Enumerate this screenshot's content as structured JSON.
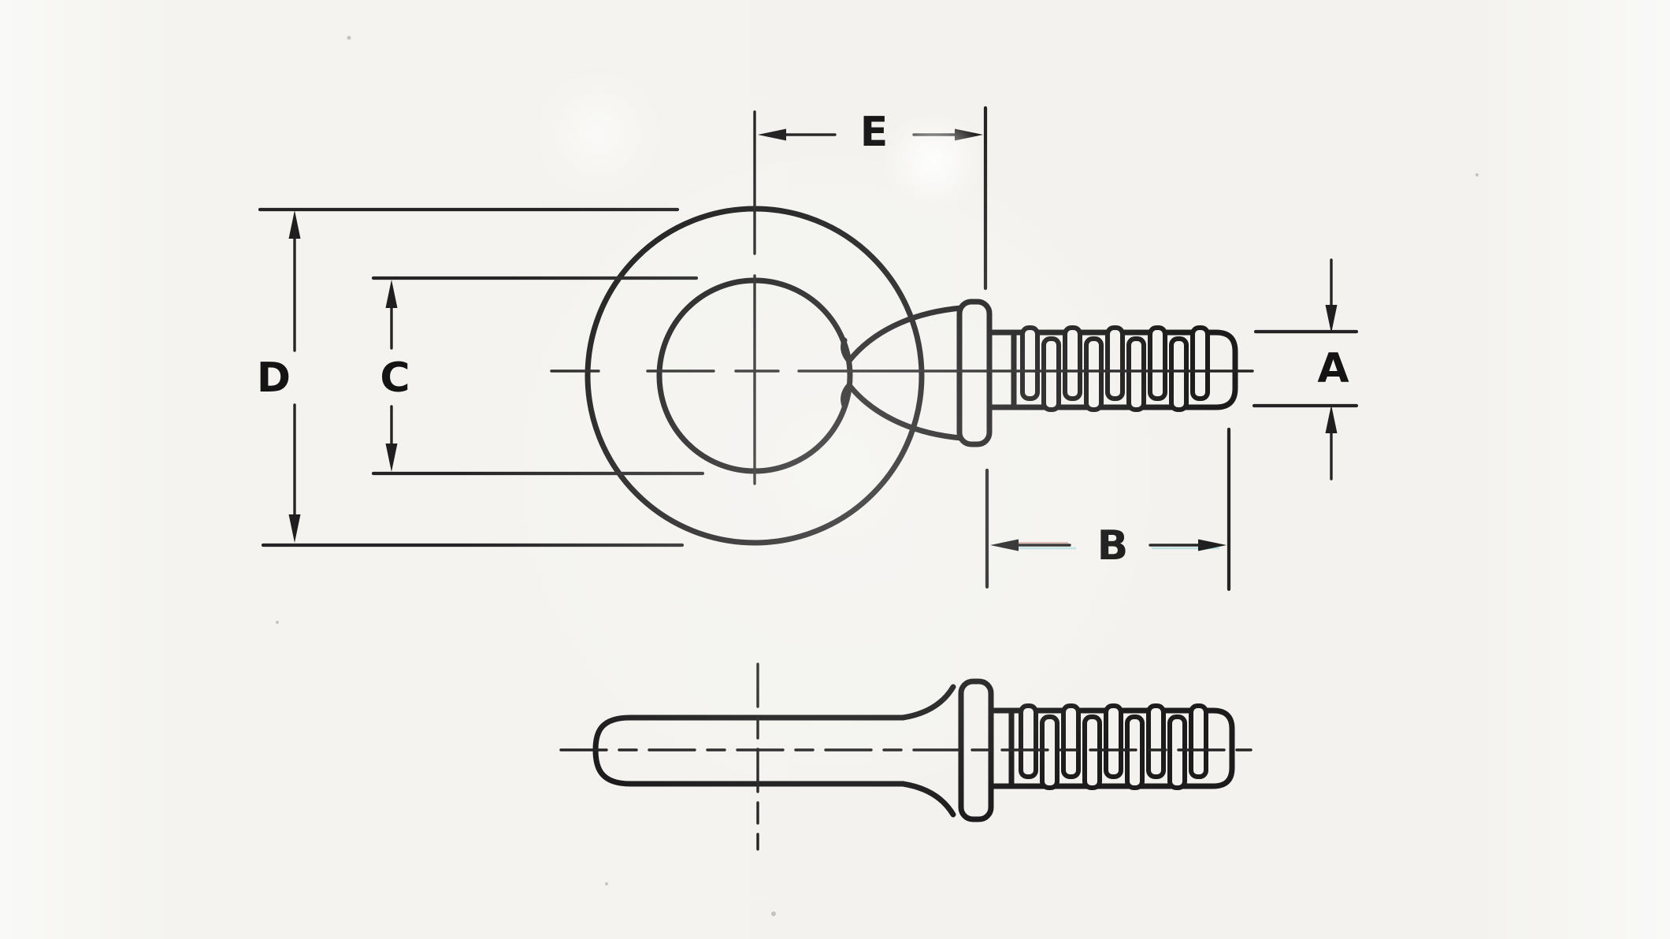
{
  "drawing": {
    "labels": {
      "a": "A",
      "b": "B",
      "c": "C",
      "d": "D",
      "e": "E"
    }
  },
  "colors": {
    "paper": "#f3f2ee",
    "ink": "#1c1c1c",
    "dimension_ink": "#242424"
  }
}
